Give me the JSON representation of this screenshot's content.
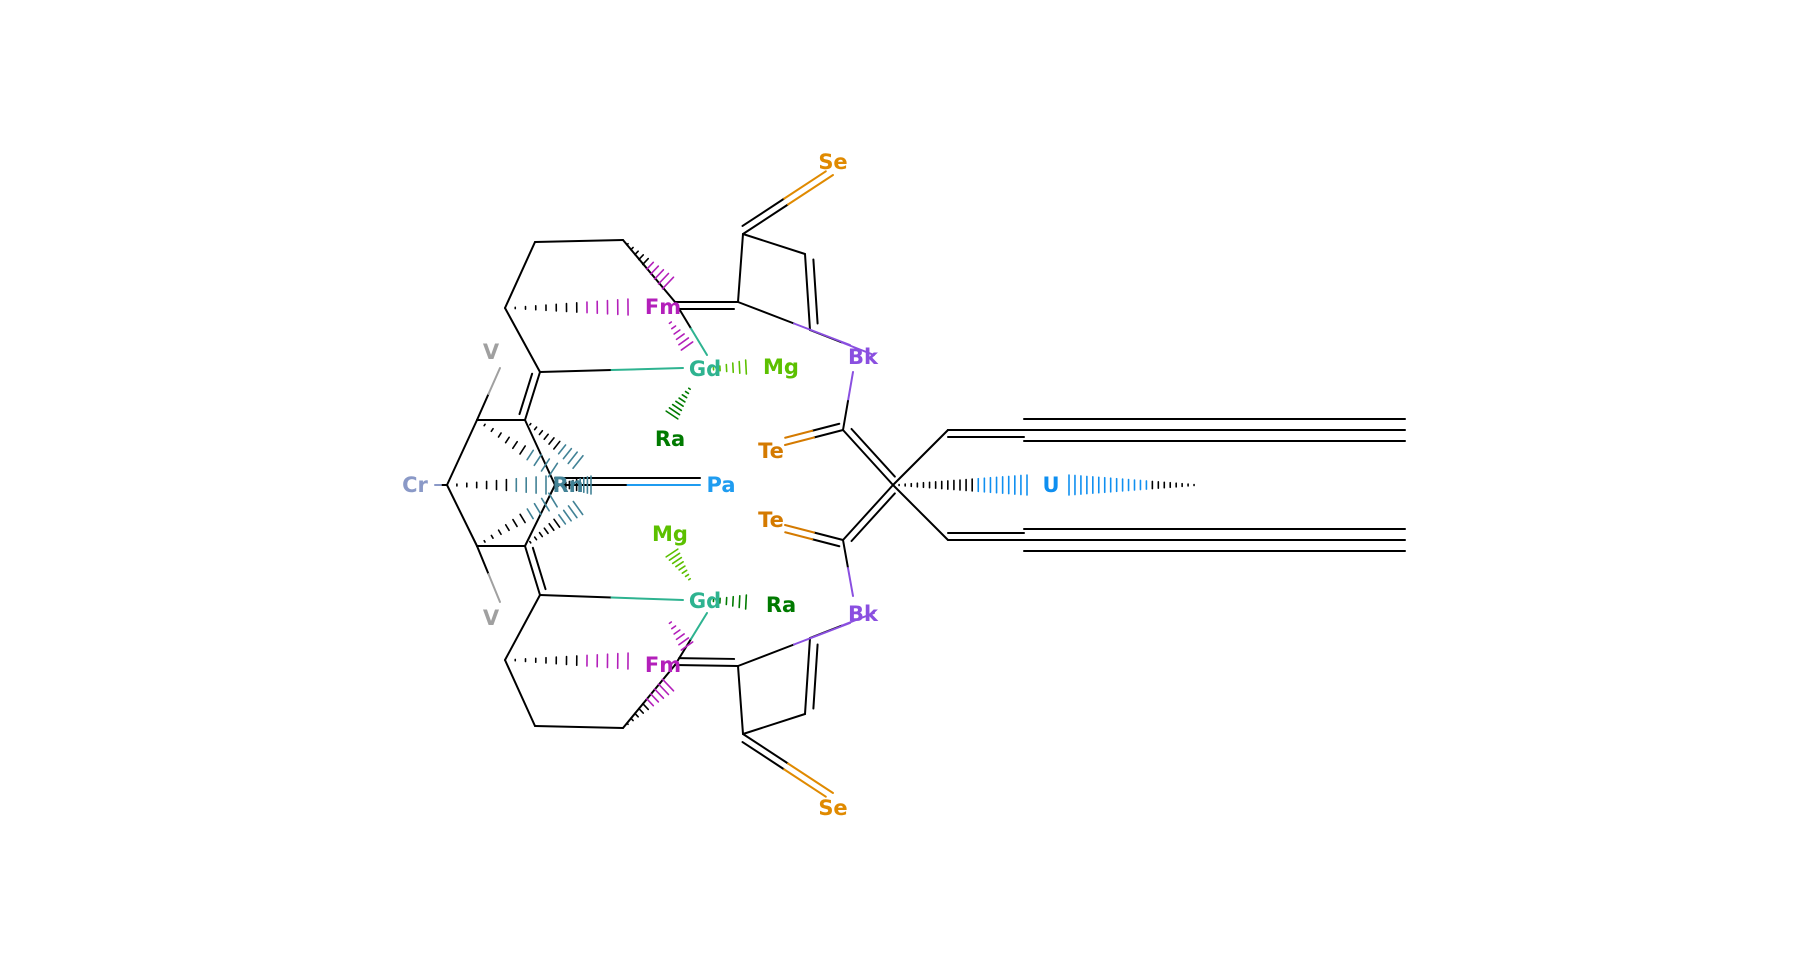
{
  "atoms": {
    "Se_top": "Se",
    "Bk_top": "Bk",
    "Fm_top": "Fm",
    "Gd_top": "Gd",
    "Mg_top": "Mg",
    "Ra_top": "Ra",
    "Te_top": "Te",
    "V_top": "V",
    "Cr": "Cr",
    "Rn": "Rn",
    "Pa": "Pa",
    "U": "U",
    "Te_bot": "Te",
    "V_bot": "V",
    "Mg_bot": "Mg",
    "Gd_bot": "Gd",
    "Ra_bot": "Ra",
    "Bk_bot": "Bk",
    "Fm_bot": "Fm",
    "Se_bot": "Se"
  },
  "colors": {
    "Se": "#e08a00",
    "Te": "#d47a00",
    "Bk": "#8a4fe0",
    "Fm": "#b31fba",
    "Gd": "#2eb390",
    "Mg": "#5cc000",
    "Ra": "#007a00",
    "V": "#a0a0a0",
    "Cr": "#8a99c7",
    "Rn": "#428296",
    "Pa": "#1f9cf0",
    "U": "#0f8ff0"
  }
}
